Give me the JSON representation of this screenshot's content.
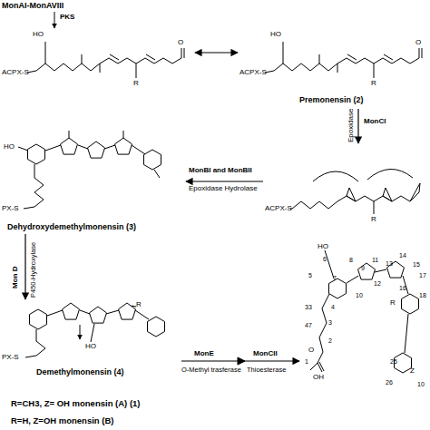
{
  "diagram": {
    "nodes": [
      {
        "text": [
          "HO",
          "ACPX-S",
          "R",
          "O"
        ]
      },
      {
        "text": [
          "HO",
          "ACPX-S",
          "R",
          "O",
          "Premonensin (2)"
        ]
      },
      {
        "text": [
          "ACPX-S",
          "R"
        ]
      },
      {
        "text": [
          "HO",
          "PX-S",
          "Dehydroxydemethylmonensin (3)"
        ]
      },
      {
        "text": [
          "R",
          "HO",
          "PX-S",
          "Demethylmonensin (4)"
        ]
      },
      {
        "text": [
          "HO",
          "6",
          "8",
          "5",
          "9",
          "7",
          "10",
          "11",
          "12",
          "13",
          "14",
          "15",
          "16",
          "17",
          "18",
          "R",
          "4",
          "3",
          "2",
          "33",
          "47",
          "O",
          "1",
          "OH",
          "25",
          "26",
          "Z",
          "10"
        ]
      }
    ],
    "edges": [
      {
        "from": 0,
        "to": 1,
        "arrow": "both"
      },
      {
        "from": 1,
        "to": 2,
        "arrow": "to",
        "label": "MonCI"
      },
      {
        "from": 2,
        "to": 3,
        "arrow": "to",
        "label": "MonBI and MonBII"
      },
      {
        "from": 3,
        "to": 4,
        "arrow": "to",
        "label": "Mon D"
      },
      {
        "from": 4,
        "to": 5,
        "arrow": "to",
        "label": "MonE"
      }
    ],
    "labels": [
      "MonAI-MonAVIII",
      "PKS",
      "Epoxidase",
      "Epoxidase Hydrolase",
      "P450-Hydroxylase",
      "O-Methyl trasferase",
      "MonCII",
      "Thioesterase",
      "R=CH3, Z= OH monensin (A) (1)",
      "R=H, Z=OH monensin (B)"
    ]
  }
}
